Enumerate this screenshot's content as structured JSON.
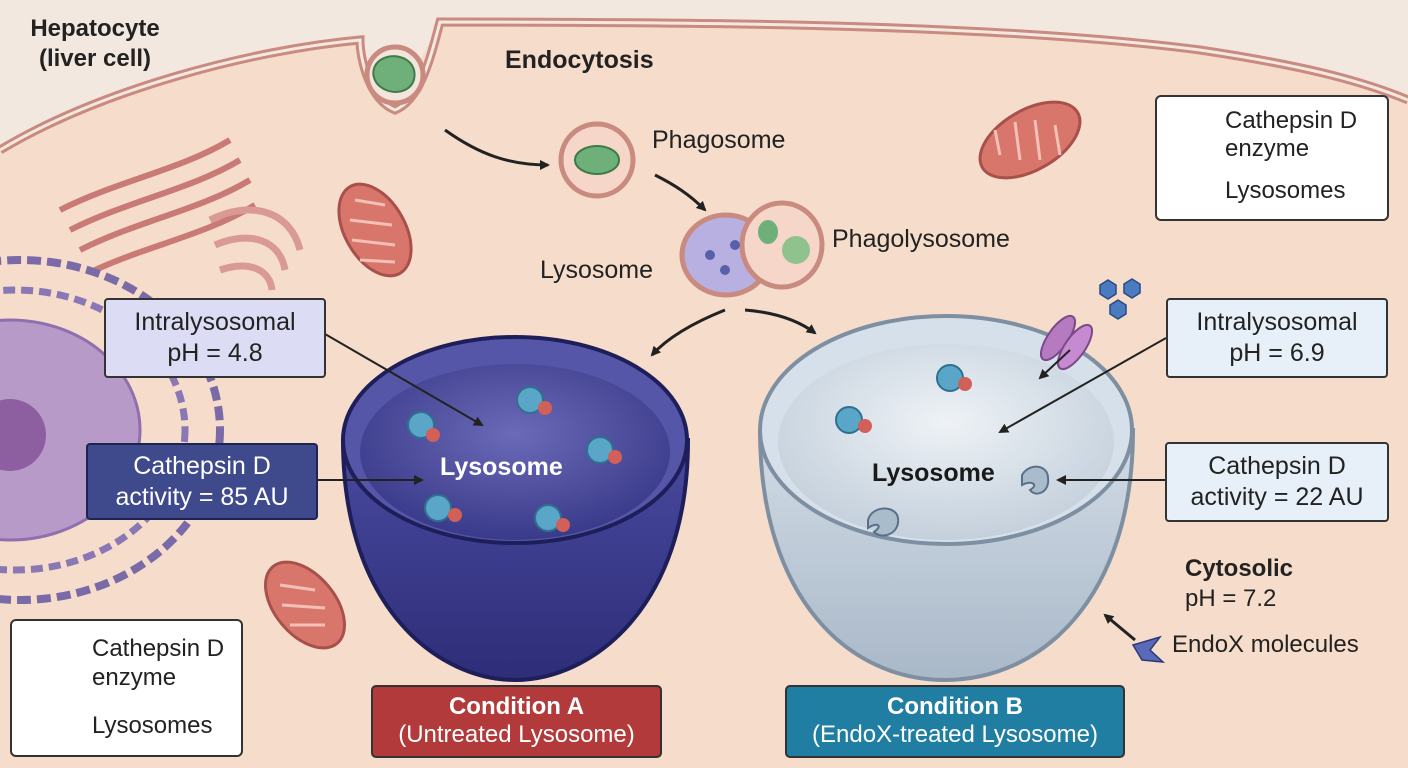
{
  "cell_title": {
    "line1": "Hepatocyte",
    "line2": "(liver cell)"
  },
  "pathway": {
    "endocytosis": "Endocytosis",
    "phagosome": "Phagosome",
    "phagolysosome": "Phagolysosome",
    "lysosome": "Lysosome"
  },
  "condition_a": {
    "lysosome_label": "Lysosome",
    "ph_box": {
      "line1": "Intralysosomal",
      "line2": "pH = 4.8"
    },
    "activity_box": {
      "line1": "Cathepsin D",
      "line2": "activity = 85 AU"
    },
    "title": "Condition A",
    "subtitle": "(Untreated Lysosome)"
  },
  "condition_b": {
    "lysosome_label": "Lysosome",
    "ph_box": {
      "line1": "Intralysosomal",
      "line2": "pH = 6.9"
    },
    "activity_box": {
      "line1": "Cathepsin D",
      "line2": "activity = 22 AU"
    },
    "title": "Condition B",
    "subtitle": "(EndoX-treated Lysosome)"
  },
  "cytosol": {
    "line1": "Cytosolic",
    "line2": "pH = 7.2",
    "endox": "EndoX molecules"
  },
  "legend_top": {
    "enzyme_line1": "Cathepsin D",
    "enzyme_line2": "enzyme",
    "lysosomes": "Lysosomes"
  },
  "legend_bottom": {
    "enzyme_line1": "Cathepsin D",
    "enzyme_line2": "enzyme",
    "lysosomes": "Lysosomes"
  },
  "colors": {
    "cytoplasm": "#f6dccb",
    "membrane": "#c98a80",
    "lysosome_a": "#3f3f91",
    "lysosome_b": "#c7d3df",
    "condition_a": "#b23a3a",
    "condition_b": "#1f7ea1",
    "ph_box_a": "#dcdcf4",
    "activity_box_a": "#3f4a8c",
    "box_b": "#e7f0f8"
  }
}
